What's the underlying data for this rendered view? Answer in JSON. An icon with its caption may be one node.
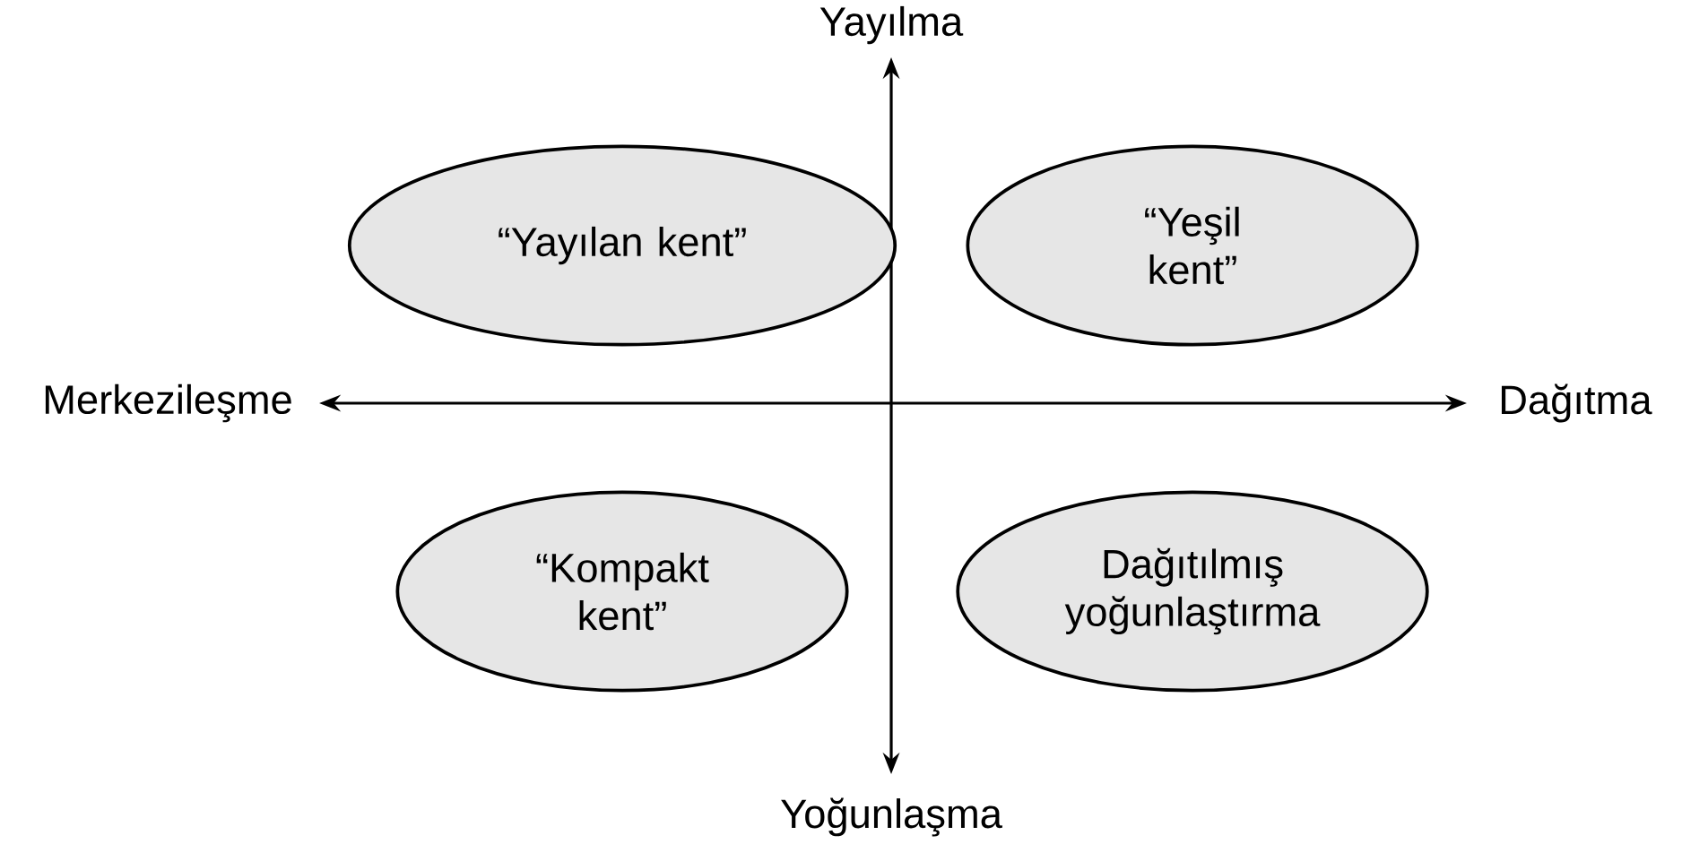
{
  "diagram": {
    "nodes": [
      {
        "text": [
          "“Yayılan kent”"
        ]
      },
      {
        "text": [
          "“Yeşil kent”"
        ]
      },
      {
        "text": [
          "“Kompakt kent”"
        ]
      },
      {
        "text": [
          "Dağıtılmış yoğunlaştırma"
        ]
      }
    ],
    "labels": [
      "Yayılma",
      "Merkezileşme",
      "Dağıtma",
      "Yoğunlaşma"
    ]
  }
}
